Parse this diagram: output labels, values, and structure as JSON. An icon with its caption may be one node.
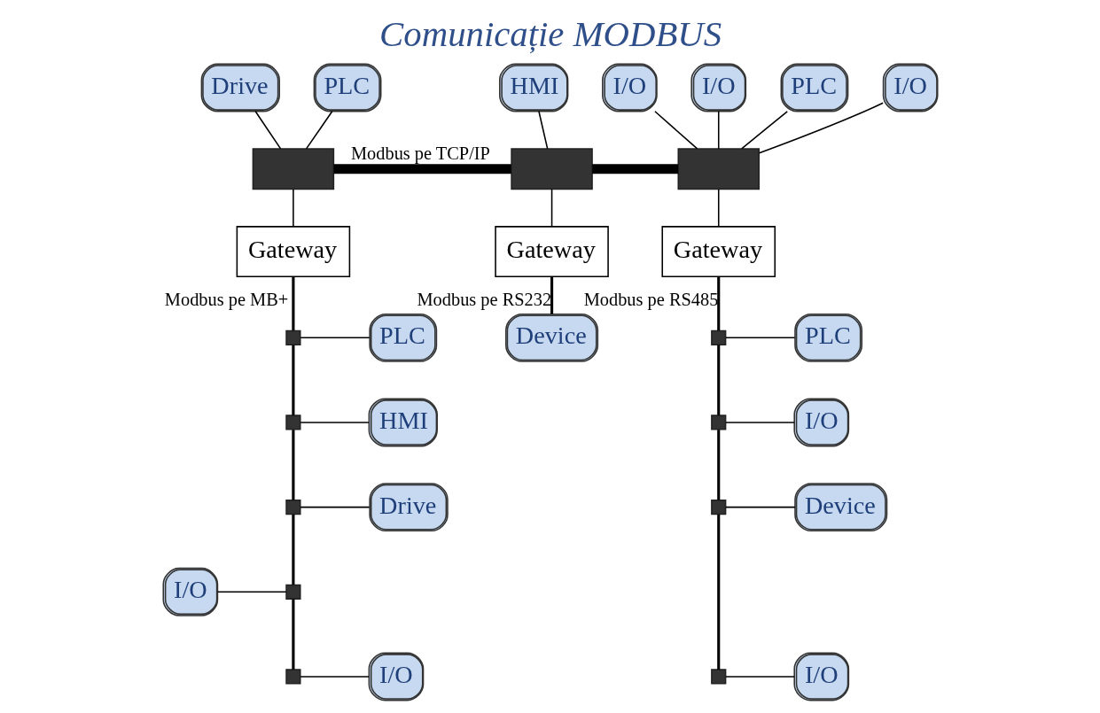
{
  "diagram": {
    "title": "Comunicație MODBUS",
    "nodes": [
      {
        "text": [
          "Drive"
        ]
      },
      {
        "text": [
          "PLC"
        ]
      },
      {
        "text": [
          "HMI"
        ]
      },
      {
        "text": [
          "I/O"
        ]
      },
      {
        "text": [
          "I/O"
        ]
      },
      {
        "text": [
          "PLC"
        ]
      },
      {
        "text": [
          "I/O"
        ]
      },
      {
        "text": [],
        "shape": "box"
      },
      {
        "text": [],
        "shape": "box"
      },
      {
        "text": [],
        "shape": "box"
      },
      {
        "text": [
          "Gateway"
        ]
      },
      {
        "text": [
          "Gateway"
        ]
      },
      {
        "text": [
          "Gateway"
        ]
      },
      {
        "text": [],
        "shape": "box"
      },
      {
        "text": [],
        "shape": "box"
      },
      {
        "text": [],
        "shape": "box"
      },
      {
        "text": [],
        "shape": "box"
      },
      {
        "text": [],
        "shape": "box"
      },
      {
        "text": [
          "PLC"
        ]
      },
      {
        "text": [
          "HMI"
        ]
      },
      {
        "text": [
          "Drive"
        ]
      },
      {
        "text": [
          "I/O"
        ]
      },
      {
        "text": [
          "I/O"
        ]
      },
      {
        "text": [
          "Device"
        ]
      },
      {
        "text": [],
        "shape": "box"
      },
      {
        "text": [],
        "shape": "box"
      },
      {
        "text": [],
        "shape": "box"
      },
      {
        "text": [],
        "shape": "box"
      },
      {
        "text": [
          "PLC"
        ]
      },
      {
        "text": [
          "I/O"
        ]
      },
      {
        "text": [
          "Device"
        ]
      },
      {
        "text": [
          "I/O"
        ]
      }
    ],
    "edges": [
      {
        "from": 0,
        "to": 7,
        "arrow": "none"
      },
      {
        "from": 1,
        "to": 7,
        "arrow": "none"
      },
      {
        "from": 2,
        "to": 8,
        "arrow": "none"
      },
      {
        "from": 3,
        "to": 9,
        "arrow": "none"
      },
      {
        "from": 4,
        "to": 9,
        "arrow": "none"
      },
      {
        "from": 5,
        "to": 9,
        "arrow": "none"
      },
      {
        "from": 6,
        "to": 9,
        "arrow": "none"
      },
      {
        "from": 7,
        "to": 8,
        "arrow": "none",
        "label": "Modbus pe TCP/IP",
        "style": "thick"
      },
      {
        "from": 8,
        "to": 9,
        "arrow": "none",
        "style": "thick"
      },
      {
        "from": 7,
        "to": 10,
        "arrow": "none"
      },
      {
        "from": 8,
        "to": 11,
        "arrow": "none"
      },
      {
        "from": 9,
        "to": 12,
        "arrow": "none"
      },
      {
        "from": 10,
        "to": 13,
        "arrow": "none",
        "label": "Modbus pe MB+"
      },
      {
        "from": 13,
        "to": 14,
        "arrow": "none"
      },
      {
        "from": 14,
        "to": 15,
        "arrow": "none"
      },
      {
        "from": 15,
        "to": 16,
        "arrow": "none"
      },
      {
        "from": 16,
        "to": 17,
        "arrow": "none"
      },
      {
        "from": 13,
        "to": 18,
        "arrow": "none"
      },
      {
        "from": 14,
        "to": 19,
        "arrow": "none"
      },
      {
        "from": 15,
        "to": 20,
        "arrow": "none"
      },
      {
        "from": 21,
        "to": 16,
        "arrow": "none"
      },
      {
        "from": 17,
        "to": 22,
        "arrow": "none"
      },
      {
        "from": 11,
        "to": 23,
        "arrow": "none",
        "label": "Modbus pe RS232"
      },
      {
        "from": 12,
        "to": 24,
        "arrow": "none",
        "label": "Modbus pe RS485"
      },
      {
        "from": 24,
        "to": 25,
        "arrow": "none"
      },
      {
        "from": 25,
        "to": 26,
        "arrow": "none"
      },
      {
        "from": 26,
        "to": 27,
        "arrow": "none"
      },
      {
        "from": 24,
        "to": 28,
        "arrow": "none"
      },
      {
        "from": 25,
        "to": 29,
        "arrow": "none"
      },
      {
        "from": 26,
        "to": 30,
        "arrow": "none"
      },
      {
        "from": 27,
        "to": 31,
        "arrow": "none"
      }
    ]
  }
}
